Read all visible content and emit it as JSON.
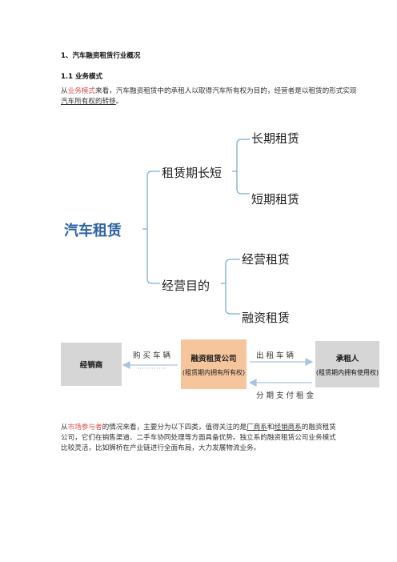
{
  "section_heading": "1、汽车融资租赁行业概况",
  "subsection_heading": "1.1  业务模式",
  "para1": {
    "pre": "从",
    "link1": "业务模式",
    "mid": "来看，汽车融资租赁中的承租人以取得汽车所有权为目的，经营者是以租赁的形式实现",
    "link2": "汽车所有权的转移",
    "end": "。"
  },
  "mindmap": {
    "root": "汽车租赁",
    "branch1": {
      "label": "租赁期长短",
      "children": [
        "长期租赁",
        "短期租赁"
      ]
    },
    "branch2": {
      "label": "经营目的",
      "children": [
        "经营租赁",
        "融资租赁"
      ]
    },
    "colors": {
      "root": "#2e63a3",
      "line": "#7aaed6"
    }
  },
  "flow": {
    "left_box": {
      "title": "经销商"
    },
    "center_box": {
      "title": "融资租赁公司",
      "sub": "(租赁期内拥有所有权)"
    },
    "right_box": {
      "title": "承租人",
      "sub": "(租赁期内拥有使用权)"
    },
    "label_buy": "购买车辆",
    "label_lease": "出租车辆",
    "label_pay": "分期支付租金",
    "colors": {
      "gray": "#d6d6d6",
      "orange": "#f6c59c",
      "arrow": "#a9c4e0"
    }
  },
  "para2": {
    "pre": "从",
    "link1": "市场参与者",
    "mid1": "的情况来看，主要分为以下四类，值得关注的是",
    "link2": "厂商系",
    "and": "和",
    "link3": "经销商系",
    "rest": "的融资租赁公司，它们在销售渠道、二手车协同处理等方面具备优势。独立系的融资租赁公司业务模式比较灵活，比如狮桥在产业链进行全面布局，大力发展物流业务。"
  }
}
